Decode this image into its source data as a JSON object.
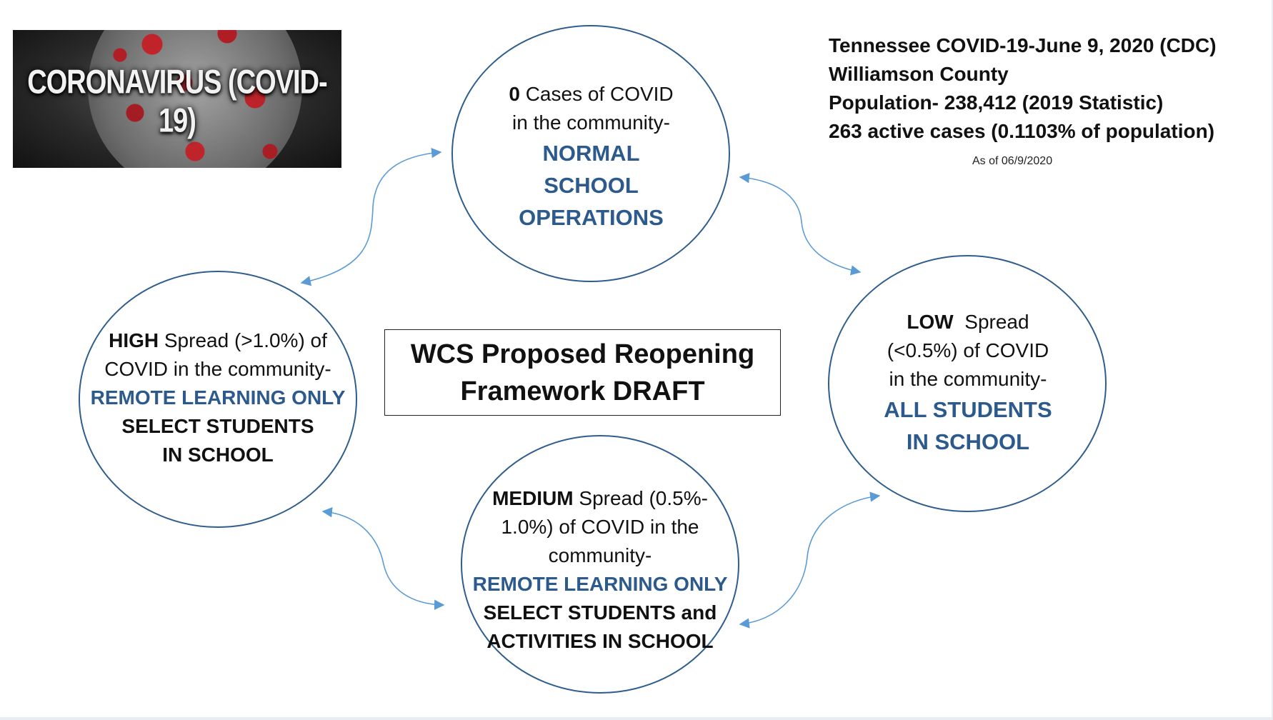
{
  "banner": {
    "caption": "CORONAVIRUS (COVID-19)"
  },
  "stats": {
    "line1": "Tennessee COVID-19-June 9, 2020 (CDC)",
    "line2": "Williamson County",
    "line3": "Population- 238,412 (2019 Statistic)",
    "line4": "263 active cases (0.1103% of population)",
    "as_of": "As of 06/9/2020"
  },
  "title": {
    "line1": "WCS Proposed Reopening",
    "line2": "Framework DRAFT"
  },
  "nodes": {
    "normal": {
      "count": "0",
      "l1_rest": " Cases of COVID",
      "l2": "in the community-",
      "b1": "NORMAL",
      "b2": "SCHOOL",
      "b3": "OPERATIONS"
    },
    "low": {
      "level": "LOW",
      "l1_rest": "  Spread",
      "l2": "(<0.5%) of COVID",
      "l3": "in the community-",
      "b1": "ALL STUDENTS",
      "b2": "IN SCHOOL"
    },
    "medium": {
      "level": "MEDIUM",
      "l1_rest": " Spread (0.5%-",
      "l2": "1.0%) of COVID in the",
      "l3": "community-",
      "b1": "REMOTE LEARNING ONLY",
      "k1": "SELECT STUDENTS and",
      "k2": "ACTIVITIES IN SCHOOL"
    },
    "high": {
      "level": "HIGH",
      "l1_rest": " Spread (>1.0%) of",
      "l2": "COVID in the community-",
      "b1": "REMOTE LEARNING ONLY",
      "k1": "SELECT STUDENTS",
      "k2": "IN SCHOOL"
    }
  },
  "colors": {
    "circle_stroke": "#2f5d8e",
    "arrow": "#5b9bd5",
    "accent_text": "#2d5a8c"
  }
}
